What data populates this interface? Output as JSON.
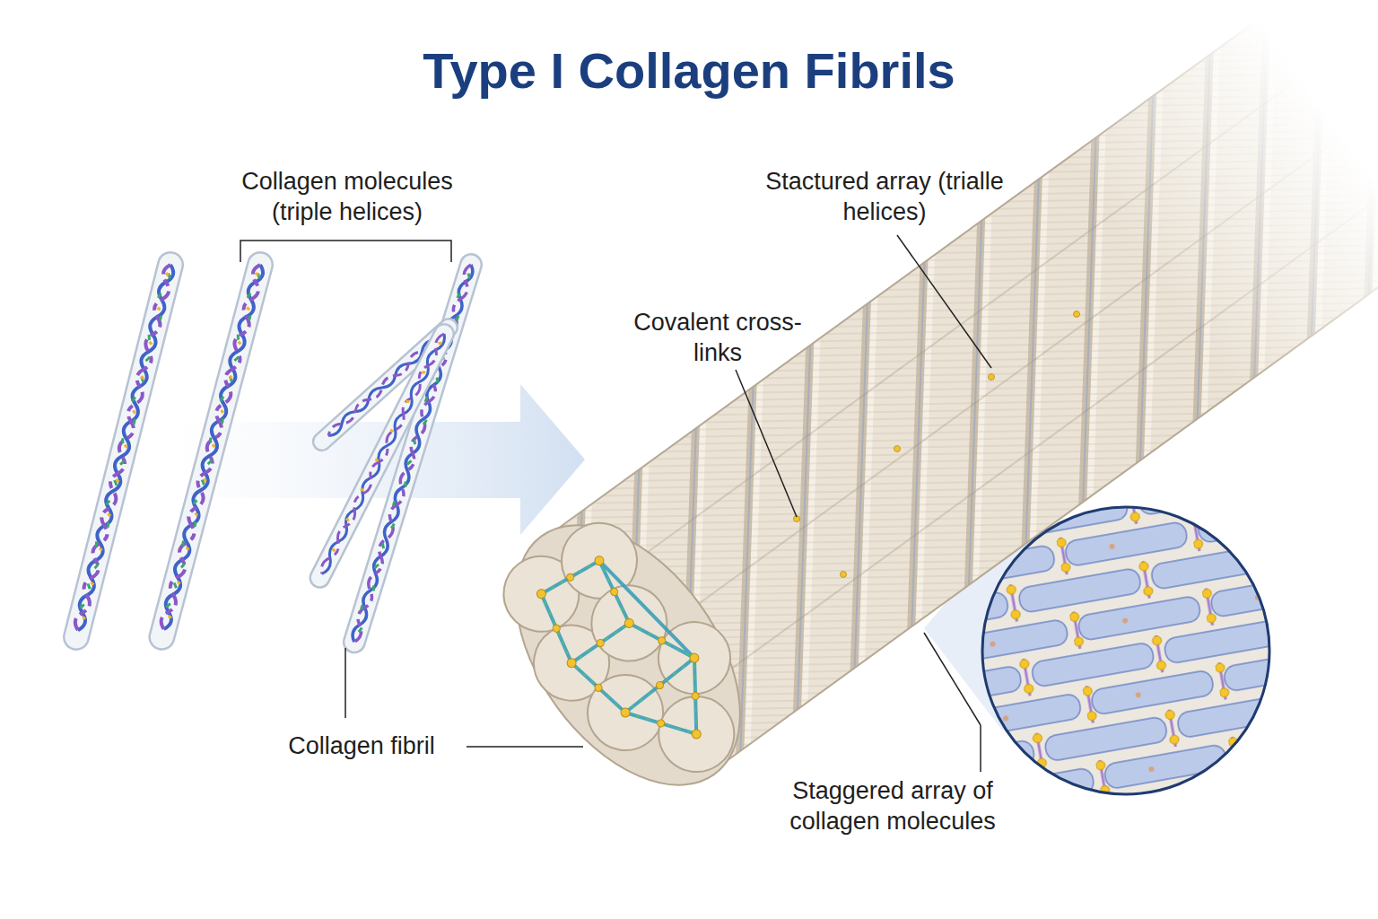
{
  "diagram": {
    "title": "Type I Collagen Fibrils",
    "labels": [
      "Collagen molecules (triple helices)",
      "Stactured array (trialle helices)",
      "Covalent cross-links",
      "Collagen fibril",
      "Staggered array of collagen molecules"
    ]
  }
}
